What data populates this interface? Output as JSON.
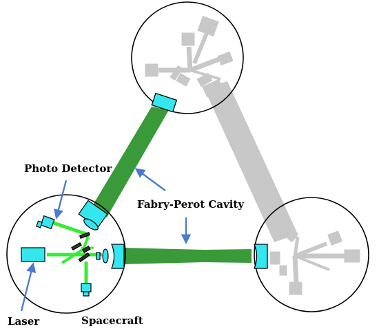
{
  "labels": {
    "photo_detector": "Photo Detector",
    "fabry_perot": "Fabry-Perot Cavity",
    "laser": "Laser",
    "spacecraft": "Spacecraft"
  },
  "colors": {
    "beam_dark": "#3a9a3a",
    "beam_light": "#33ee33",
    "optic_fill": "#33e6ef",
    "inactive_gray": "#c8c8c8",
    "arrow_blue": "#4a7bd0"
  }
}
